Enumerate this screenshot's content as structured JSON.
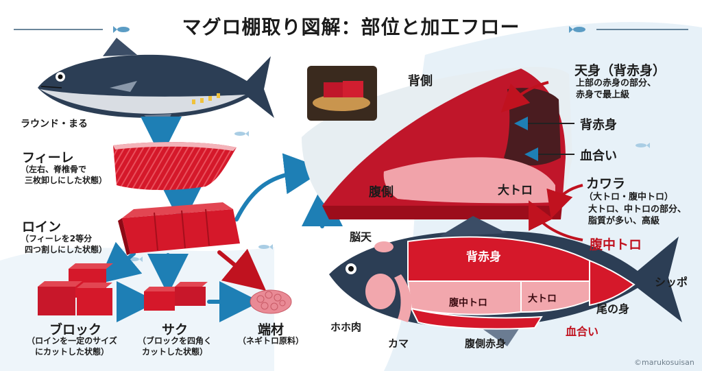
{
  "title": "マグロ棚取り図解：部位と加工フロー",
  "flow": {
    "round_label": "ラウンド・まる",
    "fillet_label": "フィーレ",
    "fillet_note_1": "（左右、脊椎骨で",
    "fillet_note_2": "三枚卸しにした状態）",
    "loin_label": "ロイン",
    "loin_note_1": "（フィーレを2等分",
    "loin_note_2": "四つ割しにした状態）",
    "block_label": "ブロック",
    "block_note_1": "（ロインを一定のサイズ",
    "block_note_2": "にカットした状態）",
    "saku_label": "サク",
    "saku_note_1": "（ブロックを四角く",
    "saku_note_2": "カットした状態）",
    "hazai_label": "端材",
    "hazai_note": "（ネギトロ原料）"
  },
  "cross_section": {
    "back_side": "背側",
    "belly_side": "腹側",
    "tenmi_label": "天身（背赤身）",
    "tenmi_note_1": "上部の赤身の部分、",
    "tenmi_note_2": "赤身で最上級",
    "seaka_label": "背赤身",
    "chiai_label": "血合い",
    "ootoro_label": "大トロ",
    "kawara_label": "カワラ",
    "kawara_sub": "（大トロ・腹中トロ）",
    "kawara_note_1": "大トロ、中トロの部分、",
    "kawara_note_2": "脂質が多い、高級",
    "harachu_label": "腹中トロ"
  },
  "fish_parts": {
    "noten": "脳天",
    "seaka": "背赤身",
    "harachu": "腹中トロ",
    "ootoro": "大トロ",
    "shippo": "シッポ",
    "onomi": "尾の身",
    "chiai": "血合い",
    "hohoniku": "ホホ肉",
    "kama": "カマ",
    "hara_akami": "腹側赤身"
  },
  "credit": "©marukosuisan",
  "colors": {
    "tuna_red": "#d5182a",
    "dark_red": "#a50f1c",
    "fat_pink": "#f2a7ad",
    "arrow_blue": "#1e7fb5",
    "arrow_red": "#c0121f",
    "bg_blue": "#e7f1f8"
  }
}
